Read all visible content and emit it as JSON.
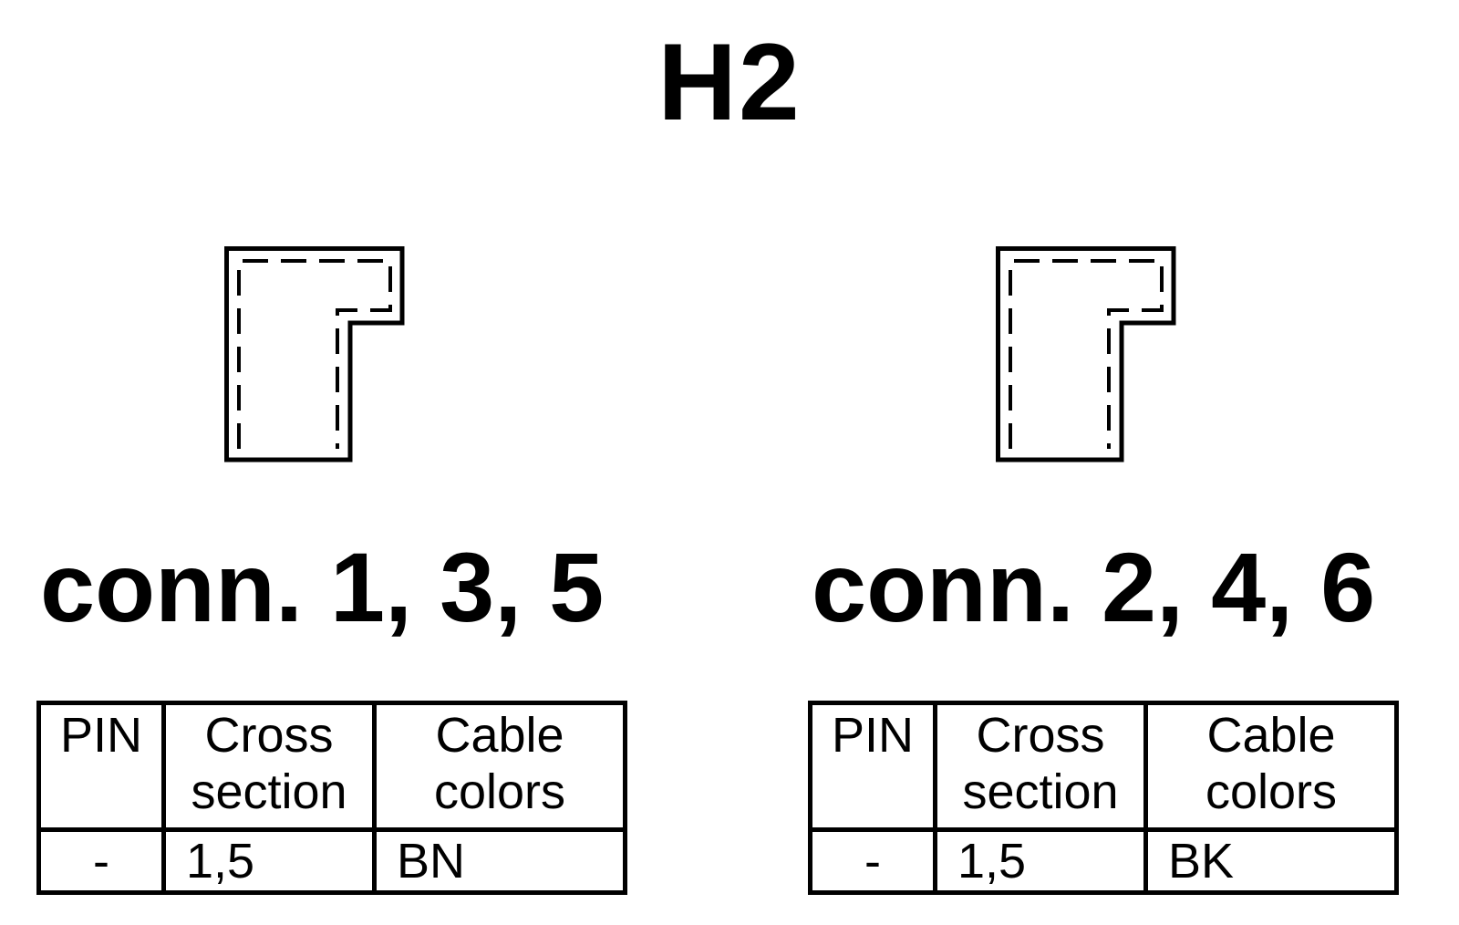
{
  "title": "H2",
  "connectors": [
    {
      "label": "conn. 1, 3, 5",
      "table": {
        "headers": [
          "PIN",
          "Cross\nsection",
          "Cable\ncolors"
        ],
        "rows": [
          [
            "-",
            "1,5",
            "BN"
          ]
        ]
      }
    },
    {
      "label": "conn. 2, 4, 6",
      "table": {
        "headers": [
          "PIN",
          "Cross\nsection",
          "Cable\ncolors"
        ],
        "rows": [
          [
            "-",
            "1,5",
            "BK"
          ]
        ]
      }
    }
  ]
}
